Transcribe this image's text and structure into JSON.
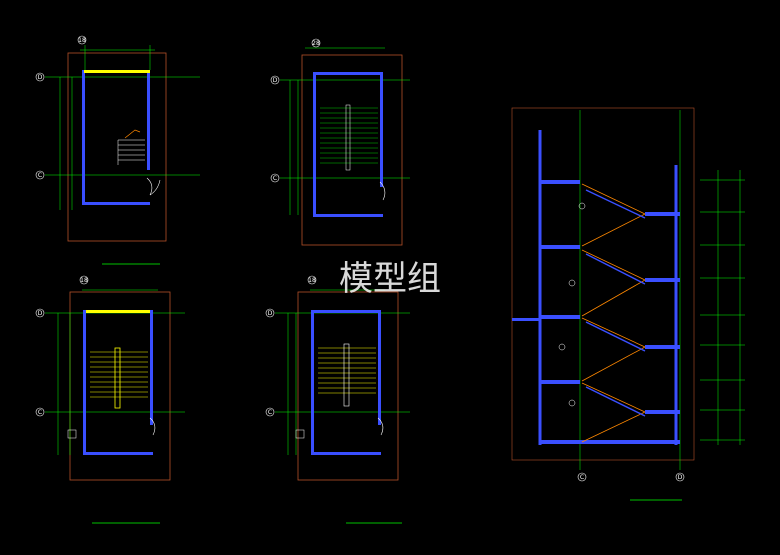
{
  "watermark": "模型组",
  "grid_labels": {
    "top_a": "18",
    "top_b": "28",
    "top_c": "18",
    "top_d": "18",
    "row_d": "D",
    "row_c": "C"
  },
  "colors": {
    "wall": "#3a4fff",
    "dim": "#00ff00",
    "frame": "#b5502a",
    "stair": "#ffff00",
    "text": "#ffffff",
    "orange": "#ff8800"
  }
}
